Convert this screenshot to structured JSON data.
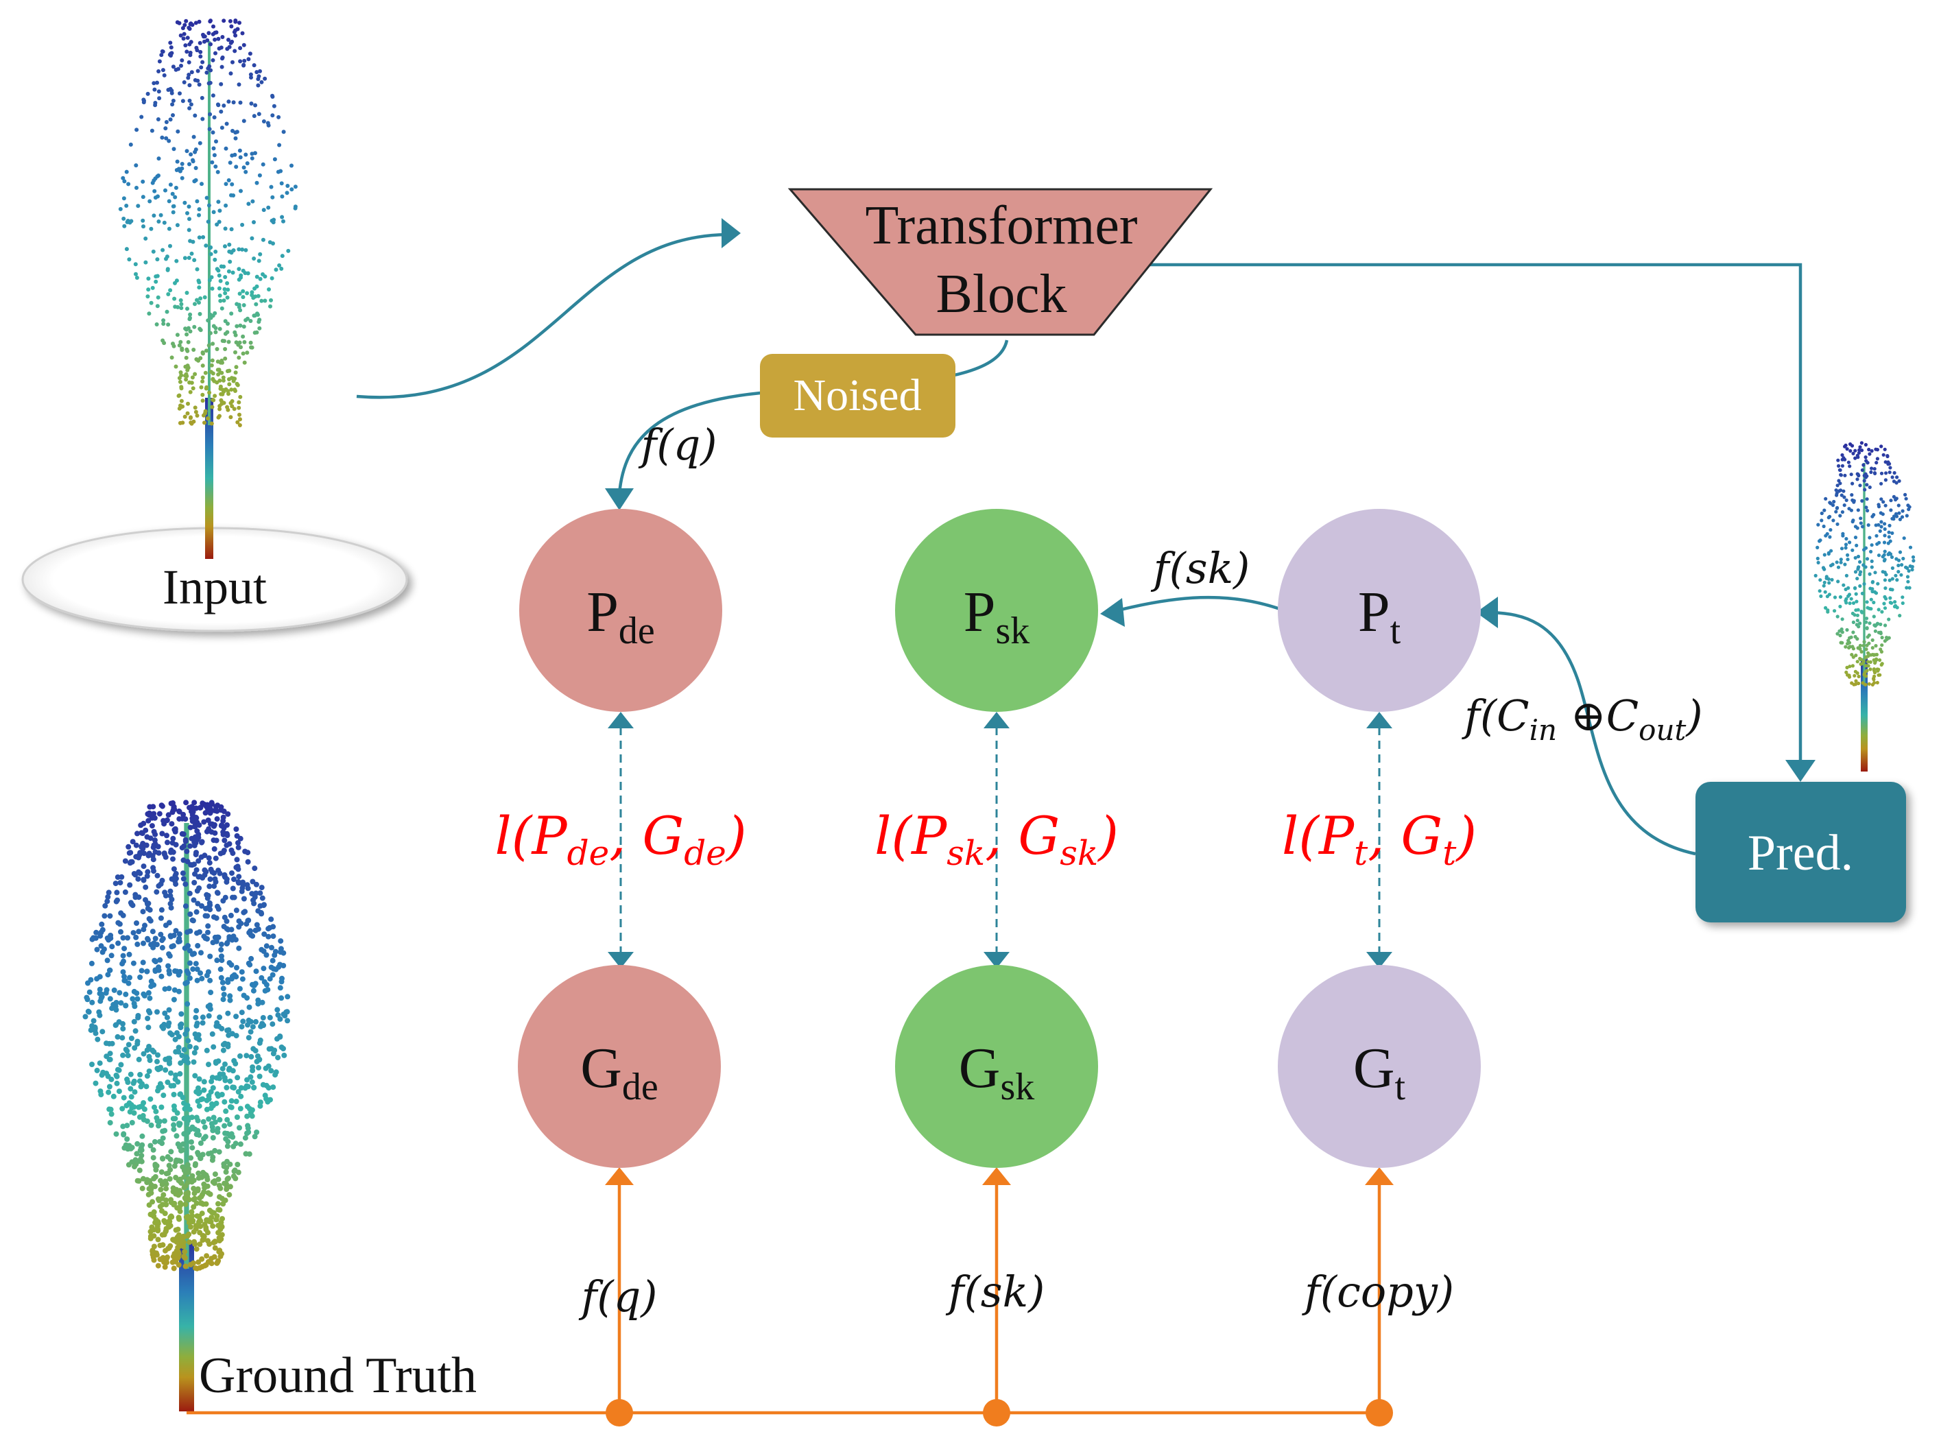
{
  "input_label": "Input",
  "ground_truth_label": "Ground Truth",
  "transformer": {
    "line1": "Transformer",
    "line2": "Block"
  },
  "noised_label": "Noised",
  "pred_label": "Pred.",
  "nodes": {
    "p_de": {
      "main": "P",
      "sub": "de",
      "fill": "#d9958f"
    },
    "p_sk": {
      "main": "P",
      "sub": "sk",
      "fill": "#7dc56f"
    },
    "p_t": {
      "main": "P",
      "sub": "t",
      "fill": "#ccc1dc"
    },
    "g_de": {
      "main": "G",
      "sub": "de",
      "fill": "#d9958f"
    },
    "g_sk": {
      "main": "G",
      "sub": "sk",
      "fill": "#7dc56f"
    },
    "g_t": {
      "main": "G",
      "sub": "t",
      "fill": "#ccc1dc"
    }
  },
  "edge_labels": {
    "f_q_top": "f(q)",
    "f_sk_top": "f(sk)",
    "f_cin_cout": {
      "pre": "f(C",
      "sub1": "in",
      "op": " ⊕C",
      "sub2": "out",
      "post": ")"
    },
    "f_q_bottom": "f(q)",
    "f_sk_bottom": "f(sk)",
    "f_copy": "f(copy)"
  },
  "loss_labels": {
    "de": {
      "pre": "l(P",
      "s1": "de",
      "mid": ", G",
      "s2": "de",
      "post": ")"
    },
    "sk": {
      "pre": "l(P",
      "s1": "sk",
      "mid": ", G",
      "s2": "sk",
      "post": ")"
    },
    "t": {
      "pre": "l(P",
      "s1": "t",
      "mid": ", G",
      "s2": "t",
      "post": ")"
    }
  },
  "colors": {
    "teal": "#2e849a",
    "orange": "#f07d1e",
    "transformer_fill": "#d9958f",
    "noised_fill": "#c8a43a",
    "pred_fill": "#2e7f92",
    "loss_red": "#ff0000"
  }
}
